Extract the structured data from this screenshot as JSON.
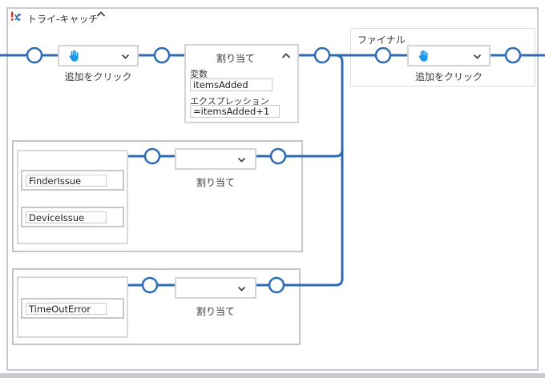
{
  "workflow": {
    "title": "トライ-キャッチ",
    "try": {
      "click_activity": {
        "label": "追加をクリック"
      },
      "assign_activity": {
        "title": "割り当て",
        "variable_label": "変数",
        "variable_value": "itemsAdded",
        "expression_label": "エクスプレッション",
        "expression_value": "=itemsAdded+1"
      }
    },
    "catches": [
      {
        "exceptions": [
          "FinderIssue",
          "DeviceIssue"
        ],
        "activity_label": "割り当て"
      },
      {
        "exceptions": [
          "TimeOutError"
        ],
        "activity_label": "割り当て"
      }
    ],
    "finally": {
      "title": "ファイナル",
      "click_activity": {
        "label": "追加をクリック"
      }
    }
  },
  "icons": {
    "header": "try-catch-icon",
    "click": "hand-click-icon",
    "collapse": "chevron-up-icon",
    "dropdown": "chevron-down-icon"
  },
  "colors": {
    "flow_line": "#2d6cb5",
    "hand_icon": "#1e97e8",
    "exclamation_red": "#c9302c",
    "container_border": "#c9cad1",
    "box_border": "#d3d4d9",
    "text": "#333333"
  }
}
